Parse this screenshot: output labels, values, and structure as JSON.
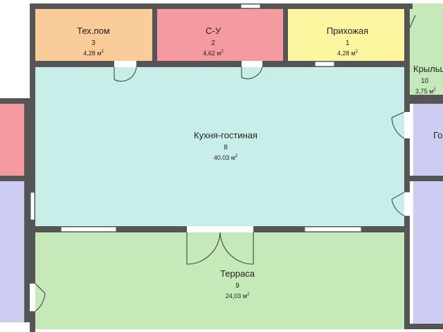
{
  "rooms": {
    "tech": {
      "name": "Тех.пом",
      "number": "3",
      "area": "4,28 м",
      "color": "#f9cc9a"
    },
    "wc": {
      "name": "С-У",
      "number": "2",
      "area": "4,62 м",
      "color": "#f59a9f"
    },
    "hall": {
      "name": "Прихожая",
      "number": "1",
      "area": "4,28 м",
      "color": "#fbf69f"
    },
    "porch": {
      "name": "Крыльцо",
      "number": "10",
      "area": "3,75 м",
      "color": "#c6e9bb"
    },
    "kitchen": {
      "name": "Кухня-гостиная",
      "number": "8",
      "area": "40,03 м",
      "color": "#c8eeea"
    },
    "terrace": {
      "name": "Терраса",
      "number": "9",
      "area": "24,03 м",
      "color": "#c6e9b9"
    },
    "guest": {
      "name": "Го",
      "color": "#cdccf3"
    },
    "left_red": {
      "color": "#f59a9f"
    },
    "left_blue": {
      "color": "#cdccf3"
    },
    "right_blue": {
      "color": "#cdccf3"
    }
  },
  "area_unit_sup": "2",
  "colors": {
    "wall": "#555555",
    "window": "#ffffff"
  }
}
